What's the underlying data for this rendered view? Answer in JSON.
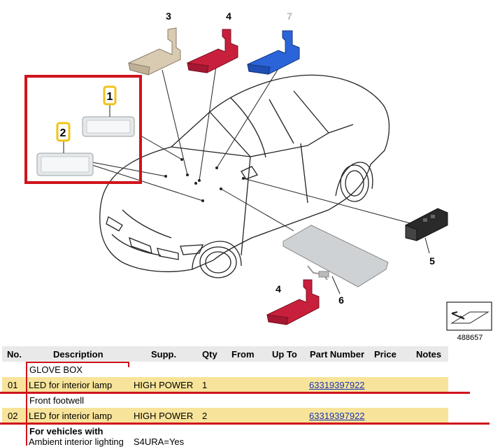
{
  "diagram": {
    "callouts": {
      "c1": "1",
      "c2": "2",
      "c3": "3",
      "c4a": "4",
      "c4b": "4",
      "c5": "5",
      "c6": "6",
      "c7": "7"
    },
    "catalog_number": "488657"
  },
  "table": {
    "headers": {
      "no": "No.",
      "description": "Description",
      "supp": "Supp.",
      "qty": "Qty",
      "from": "From",
      "upto": "Up To",
      "part": "Part Number",
      "price": "Price",
      "notes": "Notes"
    },
    "groups": [
      {
        "heading": "GLOVE BOX",
        "no": "01",
        "description": "LED for interior lamp",
        "supp": "HIGH POWER",
        "qty": "1",
        "part": "63319397922"
      },
      {
        "heading": "Front footwell",
        "no": "02",
        "description": "LED for interior lamp",
        "supp": "HIGH POWER",
        "qty": "2",
        "part": "63319397922"
      }
    ],
    "partial": {
      "heading": "For vehicles with",
      "description": "Ambient interior lighting",
      "supp": "S4URA=Yes"
    }
  },
  "colors": {
    "highlight_row": "#f7e49a",
    "annotation_red": "#d0131c",
    "link": "#1a33b5",
    "callout_yellow": "#f0c419"
  }
}
